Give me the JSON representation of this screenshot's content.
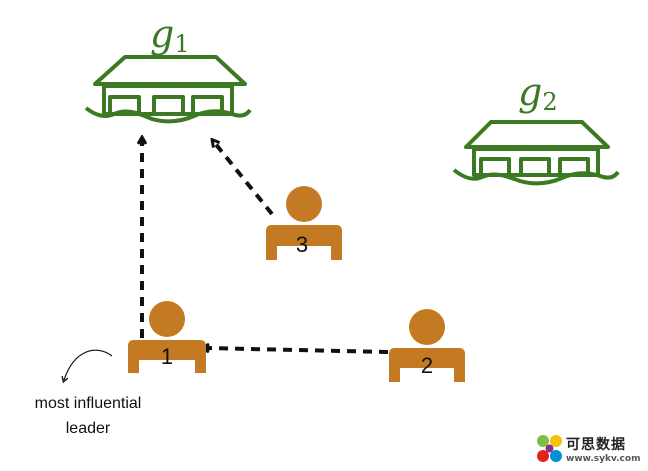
{
  "groups": [
    {
      "id": "g1",
      "letter": "g",
      "subscript": "1"
    },
    {
      "id": "g2",
      "letter": "g",
      "subscript": "2"
    }
  ],
  "agents": [
    {
      "id": "agent-1",
      "label": "1"
    },
    {
      "id": "agent-2",
      "label": "2"
    },
    {
      "id": "agent-3",
      "label": "3"
    }
  ],
  "annotation": {
    "line1": "most influential",
    "line2": "leader"
  },
  "watermark": {
    "title": "可思数据",
    "url": "www.sykv.com"
  },
  "colors": {
    "house": "#3b7a22",
    "agent": "#c47a22",
    "arrow": "#111111",
    "text": "#111111"
  }
}
